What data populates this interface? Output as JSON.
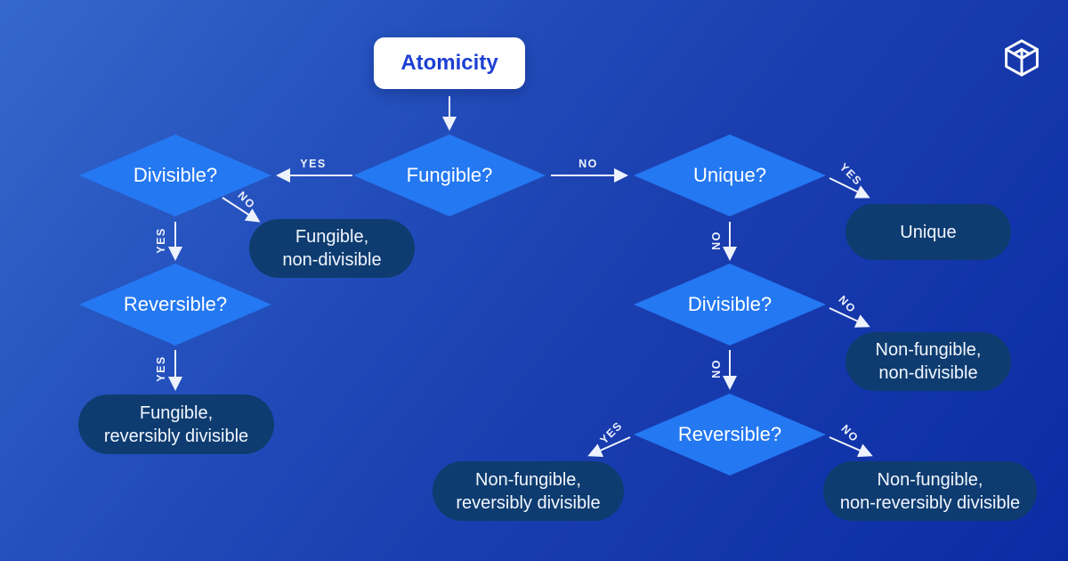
{
  "brand": {
    "logo_icon": "cube-logo"
  },
  "colors": {
    "background_top_left": "#3568ca",
    "background_bottom_right": "#0b2ba4",
    "diamond_fill": "#2478f2",
    "result_fill": "#0e3c70",
    "start_box_fill": "#ffffff",
    "start_text": "#1c3fd3",
    "arrow": "#eef2fd"
  },
  "flow": {
    "start": "Atomicity",
    "labels": {
      "yes": "YES",
      "no": "NO"
    },
    "decisions": {
      "fungible": "Fungible?",
      "divisible_left": "Divisible?",
      "unique": "Unique?",
      "reversible_left": "Reversible?",
      "divisible_right": "Divisible?",
      "reversible_bottom": "Reversible?"
    },
    "results": {
      "fungible_non_divisible": {
        "line1": "Fungible,",
        "line2": "non-divisible"
      },
      "unique": {
        "line1": "Unique",
        "line2": ""
      },
      "non_fungible_non_divisible": {
        "line1": "Non-fungible,",
        "line2": "non-divisible"
      },
      "fungible_reversibly_divisible": {
        "line1": "Fungible,",
        "line2": "reversibly divisible"
      },
      "non_fungible_reversibly_divisible": {
        "line1": "Non-fungible,",
        "line2": "reversibly divisible"
      },
      "non_fungible_non_reversibly_divisible": {
        "line1": "Non-fungible,",
        "line2": "non-reversibly divisible"
      }
    }
  }
}
